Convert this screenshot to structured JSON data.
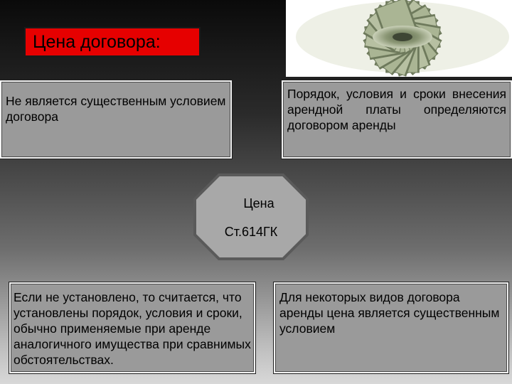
{
  "title": "Цена договора:",
  "boxes": {
    "top_left": "Не является существенным условием договора",
    "top_right": "Порядок, условия и сроки внесения арендной платы определяются договором аренды",
    "bottom_left": "Если не установлено, то считается, что установлены порядок, условия и сроки, обычно применяемые при аренде аналогичного имущества при сравнимых обстоятельствах.",
    "bottom_right": "Для некоторых видов договора аренды цена является существенным условием"
  },
  "center": {
    "line1": "Цена",
    "line2": "Ст.614ГК"
  },
  "colors": {
    "title_bg": "#e60000",
    "box_bg": "#9a9a9a",
    "octagon_fill": "#a8a8a8",
    "octagon_border": "#5a5a5a"
  },
  "icons": {
    "money": "banknote-fan-image"
  }
}
